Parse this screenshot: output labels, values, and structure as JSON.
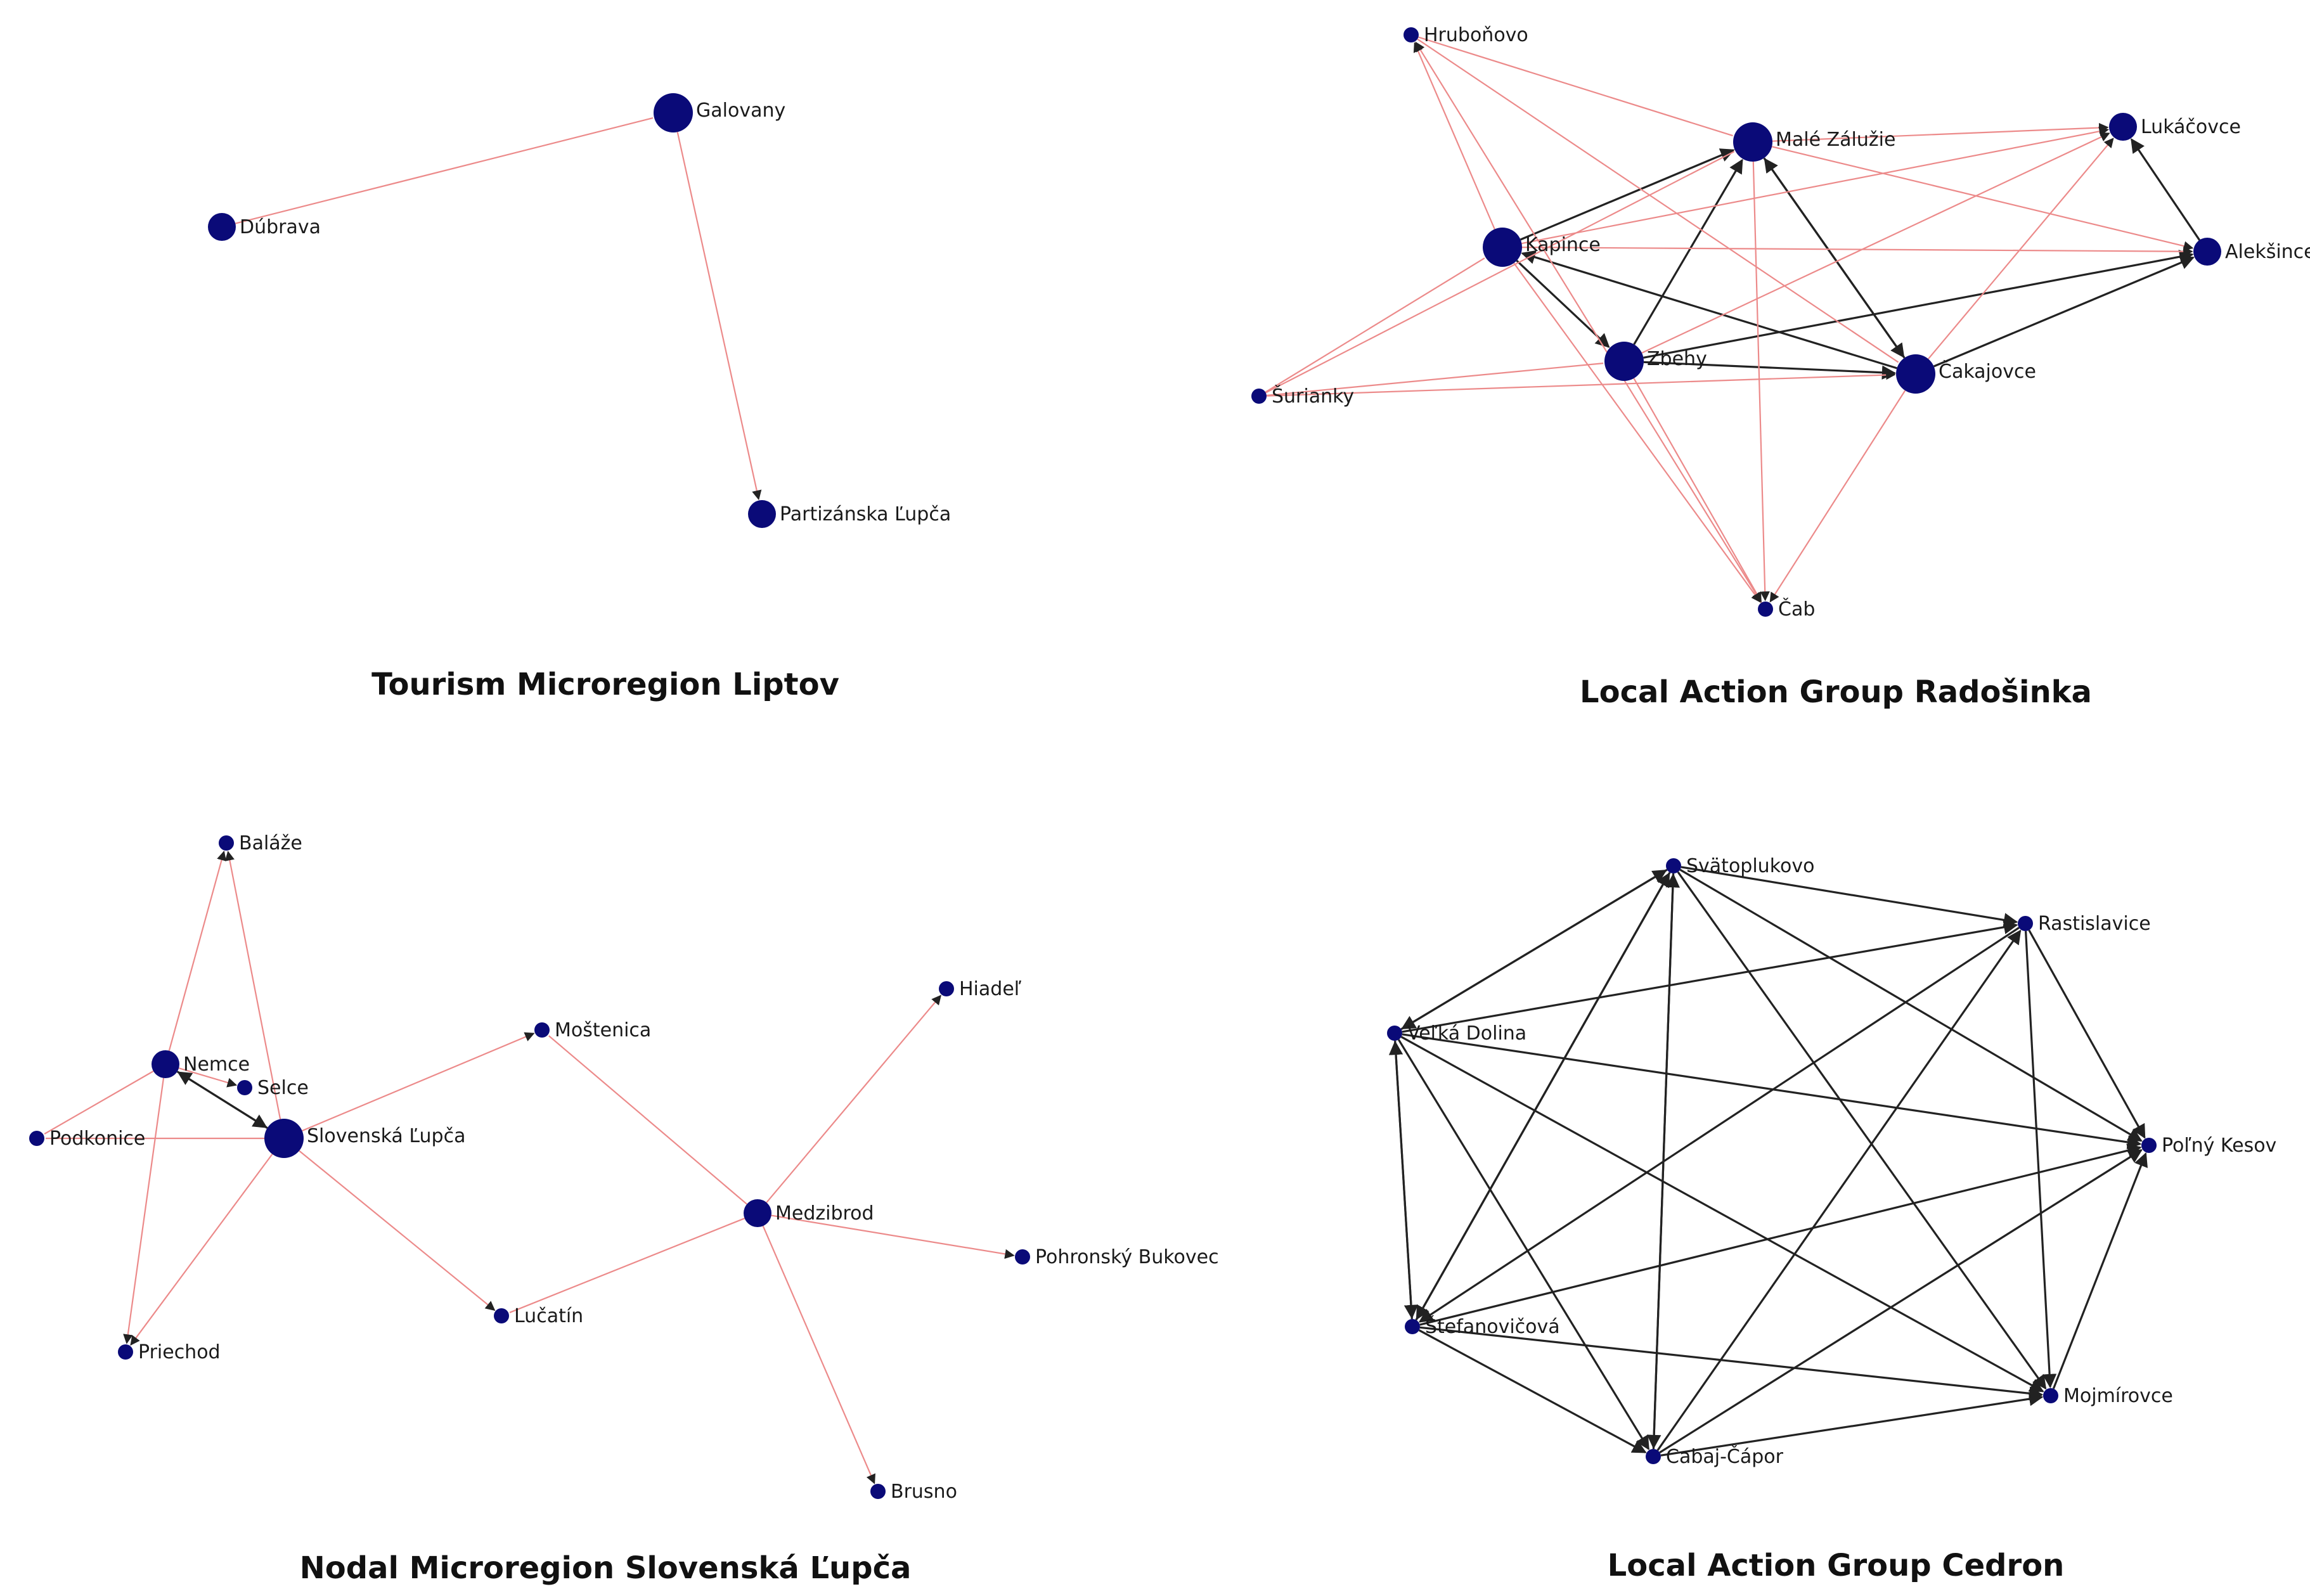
{
  "colors": {
    "node": "#0a0a78",
    "edge_weak": "#ec8a8a",
    "edge_strong": "#222222",
    "title": "#111111",
    "label": "#1a1a1a"
  },
  "panels": [
    {
      "id": "liptov",
      "title": "Tourism Microregion Liptov",
      "nodes": [
        {
          "id": "Galovany",
          "label": "Galovany",
          "size": "large"
        },
        {
          "id": "Dubrava",
          "label": "Dúbrava",
          "size": "medium"
        },
        {
          "id": "Partizanska",
          "label": "Partizánska Ľupča",
          "size": "medium"
        }
      ],
      "edges": [
        {
          "from": "Dubrava",
          "to": "Galovany",
          "type": "weak",
          "directed": false
        },
        {
          "from": "Galovany",
          "to": "Partizanska",
          "type": "weak",
          "directed": true
        }
      ]
    },
    {
      "id": "radosinka",
      "title": "Local Action Group Radošinka",
      "nodes": [
        {
          "id": "Hrubonovo",
          "label": "Hruboňovo",
          "size": "small"
        },
        {
          "id": "MaleZaluzie",
          "label": "Malé Zálužie",
          "size": "large"
        },
        {
          "id": "Lukacovce",
          "label": "Lukáčovce",
          "size": "medium"
        },
        {
          "id": "Kapince",
          "label": "Kapince",
          "size": "large"
        },
        {
          "id": "Aleksince",
          "label": "Alekšince",
          "size": "medium"
        },
        {
          "id": "Zbehy",
          "label": "Zbehy",
          "size": "large"
        },
        {
          "id": "Cakajovce",
          "label": "Čakajovce",
          "size": "large"
        },
        {
          "id": "Surianky",
          "label": "Šurianky",
          "size": "small"
        },
        {
          "id": "Cab",
          "label": "Čab",
          "size": "small"
        }
      ],
      "edges": [
        {
          "from": "Kapince",
          "to": "MaleZaluzie",
          "type": "strong",
          "directed": true
        },
        {
          "from": "Zbehy",
          "to": "MaleZaluzie",
          "type": "strong",
          "directed": true
        },
        {
          "from": "Cakajovce",
          "to": "MaleZaluzie",
          "type": "strong",
          "directed": true
        },
        {
          "from": "MaleZaluzie",
          "to": "Cakajovce",
          "type": "strong",
          "directed": true
        },
        {
          "from": "Kapince",
          "to": "Zbehy",
          "type": "strong",
          "directed": true
        },
        {
          "from": "Cakajovce",
          "to": "Kapince",
          "type": "strong",
          "directed": true
        },
        {
          "from": "Zbehy",
          "to": "Cakajovce",
          "type": "strong",
          "directed": true
        },
        {
          "from": "Zbehy",
          "to": "Aleksince",
          "type": "strong",
          "directed": true
        },
        {
          "from": "Cakajovce",
          "to": "Aleksince",
          "type": "strong",
          "directed": true
        },
        {
          "from": "Aleksince",
          "to": "Lukacovce",
          "type": "strong",
          "directed": true
        },
        {
          "from": "Kapince",
          "to": "Hrubonovo",
          "type": "weak",
          "directed": true
        },
        {
          "from": "Cab",
          "to": "Hrubonovo",
          "type": "weak",
          "directed": true
        },
        {
          "from": "Hrubonovo",
          "to": "MaleZaluzie",
          "type": "weak",
          "directed": false
        },
        {
          "from": "Hrubonovo",
          "to": "Cakajovce",
          "type": "weak",
          "directed": false
        },
        {
          "from": "MaleZaluzie",
          "to": "Lukacovce",
          "type": "weak",
          "directed": true
        },
        {
          "from": "MaleZaluzie",
          "to": "Aleksince",
          "type": "weak",
          "directed": true
        },
        {
          "from": "Kapince",
          "to": "Lukacovce",
          "type": "weak",
          "directed": true
        },
        {
          "from": "Kapince",
          "to": "Aleksince",
          "type": "weak",
          "directed": true
        },
        {
          "from": "Zbehy",
          "to": "Lukacovce",
          "type": "weak",
          "directed": true
        },
        {
          "from": "Cakajovce",
          "to": "Lukacovce",
          "type": "weak",
          "directed": true
        },
        {
          "from": "Surianky",
          "to": "Kapince",
          "type": "weak",
          "directed": false
        },
        {
          "from": "Surianky",
          "to": "Zbehy",
          "type": "weak",
          "directed": false
        },
        {
          "from": "Surianky",
          "to": "Cakajovce",
          "type": "weak",
          "directed": true
        },
        {
          "from": "Surianky",
          "to": "MaleZaluzie",
          "type": "weak",
          "directed": false
        },
        {
          "from": "Kapince",
          "to": "Cab",
          "type": "weak",
          "directed": true
        },
        {
          "from": "MaleZaluzie",
          "to": "Cab",
          "type": "weak",
          "directed": true
        },
        {
          "from": "Cakajovce",
          "to": "Cab",
          "type": "weak",
          "directed": true
        },
        {
          "from": "Zbehy",
          "to": "Cab",
          "type": "weak",
          "directed": true
        }
      ]
    },
    {
      "id": "lupca",
      "title": "Nodal Microregion Slovenská Ľupča",
      "nodes": [
        {
          "id": "Balaze",
          "label": "Baláže",
          "size": "small"
        },
        {
          "id": "Nemce",
          "label": "Nemce",
          "size": "medium"
        },
        {
          "id": "Selce",
          "label": "Selce",
          "size": "small"
        },
        {
          "id": "Podkonice",
          "label": "Podkonice",
          "size": "small"
        },
        {
          "id": "SlovLupca",
          "label": "Slovenská Ľupča",
          "size": "large"
        },
        {
          "id": "Priechod",
          "label": "Priechod",
          "size": "small"
        },
        {
          "id": "Mostenica",
          "label": "Moštenica",
          "size": "small"
        },
        {
          "id": "Lucatin",
          "label": "Lučatín",
          "size": "small"
        },
        {
          "id": "Medzibrod",
          "label": "Medzibrod",
          "size": "medium"
        },
        {
          "id": "Hiadel",
          "label": "Hiadeľ",
          "size": "small"
        },
        {
          "id": "PohBukovec",
          "label": "Pohronský Bukovec",
          "size": "small"
        },
        {
          "id": "Brusno",
          "label": "Brusno",
          "size": "small"
        }
      ],
      "edges": [
        {
          "from": "Nemce",
          "to": "Balaze",
          "type": "weak",
          "directed": true
        },
        {
          "from": "SlovLupca",
          "to": "Balaze",
          "type": "weak",
          "directed": true
        },
        {
          "from": "Nemce",
          "to": "SlovLupca",
          "type": "strong",
          "directed": true
        },
        {
          "from": "SlovLupca",
          "to": "Nemce",
          "type": "strong",
          "directed": true
        },
        {
          "from": "Nemce",
          "to": "Selce",
          "type": "weak",
          "directed": true
        },
        {
          "from": "Nemce",
          "to": "Podkonice",
          "type": "weak",
          "directed": false
        },
        {
          "from": "SlovLupca",
          "to": "Podkonice",
          "type": "weak",
          "directed": false
        },
        {
          "from": "Nemce",
          "to": "Priechod",
          "type": "weak",
          "directed": true
        },
        {
          "from": "SlovLupca",
          "to": "Priechod",
          "type": "weak",
          "directed": true
        },
        {
          "from": "SlovLupca",
          "to": "Mostenica",
          "type": "weak",
          "directed": true
        },
        {
          "from": "SlovLupca",
          "to": "Lucatin",
          "type": "weak",
          "directed": true
        },
        {
          "from": "Medzibrod",
          "to": "Mostenica",
          "type": "weak",
          "directed": false
        },
        {
          "from": "Medzibrod",
          "to": "Lucatin",
          "type": "weak",
          "directed": false
        },
        {
          "from": "Medzibrod",
          "to": "Hiadel",
          "type": "weak",
          "directed": true
        },
        {
          "from": "Medzibrod",
          "to": "PohBukovec",
          "type": "weak",
          "directed": true
        },
        {
          "from": "Medzibrod",
          "to": "Brusno",
          "type": "weak",
          "directed": true
        }
      ]
    },
    {
      "id": "cedron",
      "title": "Local Action Group Cedron",
      "nodes": [
        {
          "id": "Svatoplukovo",
          "label": "Svätoplukovo",
          "size": "small"
        },
        {
          "id": "Rastislavice",
          "label": "Rastislavice",
          "size": "small"
        },
        {
          "id": "VelkaDolina",
          "label": "Veľká Dolina",
          "size": "small"
        },
        {
          "id": "PolnyKesov",
          "label": "Poľný Kesov",
          "size": "small"
        },
        {
          "id": "Stefanovicova",
          "label": "Štefanovičová",
          "size": "small"
        },
        {
          "id": "Mojmirovce",
          "label": "Mojmírovce",
          "size": "small"
        },
        {
          "id": "CabajCapor",
          "label": "Cabaj-Čápor",
          "size": "small"
        }
      ],
      "edges": [
        {
          "from": "Svatoplukovo",
          "to": "Rastislavice",
          "type": "strong",
          "directed": true
        },
        {
          "from": "Svatoplukovo",
          "to": "VelkaDolina",
          "type": "strong",
          "directed": true
        },
        {
          "from": "VelkaDolina",
          "to": "Svatoplukovo",
          "type": "strong",
          "directed": true
        },
        {
          "from": "Svatoplukovo",
          "to": "PolnyKesov",
          "type": "strong",
          "directed": true
        },
        {
          "from": "Svatoplukovo",
          "to": "Stefanovicova",
          "type": "strong",
          "directed": true
        },
        {
          "from": "Stefanovicova",
          "to": "Svatoplukovo",
          "type": "strong",
          "directed": true
        },
        {
          "from": "Svatoplukovo",
          "to": "Mojmirovce",
          "type": "strong",
          "directed": true
        },
        {
          "from": "Svatoplukovo",
          "to": "CabajCapor",
          "type": "strong",
          "directed": true
        },
        {
          "from": "CabajCapor",
          "to": "Svatoplukovo",
          "type": "strong",
          "directed": true
        },
        {
          "from": "VelkaDolina",
          "to": "Rastislavice",
          "type": "strong",
          "directed": true
        },
        {
          "from": "Rastislavice",
          "to": "PolnyKesov",
          "type": "strong",
          "directed": true
        },
        {
          "from": "Rastislavice",
          "to": "Stefanovicova",
          "type": "strong",
          "directed": true
        },
        {
          "from": "Rastislavice",
          "to": "Mojmirovce",
          "type": "strong",
          "directed": true
        },
        {
          "from": "CabajCapor",
          "to": "Rastislavice",
          "type": "strong",
          "directed": true
        },
        {
          "from": "VelkaDolina",
          "to": "PolnyKesov",
          "type": "strong",
          "directed": true
        },
        {
          "from": "VelkaDolina",
          "to": "Stefanovicova",
          "type": "strong",
          "directed": true
        },
        {
          "from": "Stefanovicova",
          "to": "VelkaDolina",
          "type": "strong",
          "directed": true
        },
        {
          "from": "VelkaDolina",
          "to": "Mojmirovce",
          "type": "strong",
          "directed": true
        },
        {
          "from": "VelkaDolina",
          "to": "CabajCapor",
          "type": "strong",
          "directed": true
        },
        {
          "from": "Stefanovicova",
          "to": "PolnyKesov",
          "type": "strong",
          "directed": true
        },
        {
          "from": "Mojmirovce",
          "to": "PolnyKesov",
          "type": "strong",
          "directed": true
        },
        {
          "from": "CabajCapor",
          "to": "PolnyKesov",
          "type": "strong",
          "directed": true
        },
        {
          "from": "Stefanovicova",
          "to": "Mojmirovce",
          "type": "strong",
          "directed": true
        },
        {
          "from": "Stefanovicova",
          "to": "CabajCapor",
          "type": "strong",
          "directed": true
        },
        {
          "from": "CabajCapor",
          "to": "Mojmirovce",
          "type": "strong",
          "directed": true
        }
      ]
    }
  ]
}
